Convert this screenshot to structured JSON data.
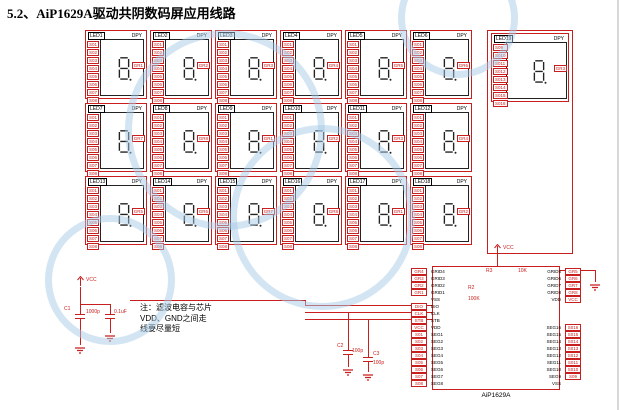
{
  "title": "5.2、AiP1629A驱动共阴数码屏应用线路",
  "colors": {
    "schematic_red": "#c81e1e",
    "watermark_blue": "#a8cbe8"
  },
  "display_modules": {
    "part_label": "DPY",
    "bank1_pins": [
      "S01",
      "S02",
      "S03",
      "S04",
      "S05",
      "S06",
      "S07",
      "S08"
    ],
    "bank2_pins": [
      "S09",
      "S010",
      "S011",
      "S012",
      "S013",
      "S014",
      "S015",
      "S016"
    ],
    "modules": [
      {
        "label": "LED1",
        "gr": "GR1",
        "row": 0,
        "col": 0
      },
      {
        "label": "LED2",
        "gr": "GR2",
        "row": 0,
        "col": 1
      },
      {
        "label": "LED3",
        "gr": "GR3",
        "row": 0,
        "col": 2
      },
      {
        "label": "LED4",
        "gr": "GR4",
        "row": 0,
        "col": 3
      },
      {
        "label": "LED5",
        "gr": "GR5",
        "row": 0,
        "col": 4
      },
      {
        "label": "LED6",
        "gr": "GR6",
        "row": 0,
        "col": 5
      },
      {
        "label": "LED7",
        "gr": "GR7",
        "row": 1,
        "col": 0
      },
      {
        "label": "LED8",
        "gr": "GR8",
        "row": 1,
        "col": 1
      },
      {
        "label": "LED9",
        "gr": "GR1",
        "row": 1,
        "col": 2
      },
      {
        "label": "LED10",
        "gr": "GR2",
        "row": 1,
        "col": 3
      },
      {
        "label": "LED11",
        "gr": "GR3",
        "row": 1,
        "col": 4
      },
      {
        "label": "LED12",
        "gr": "GR4",
        "row": 1,
        "col": 5
      },
      {
        "label": "LED13",
        "gr": "GR5",
        "row": 2,
        "col": 0
      },
      {
        "label": "LED14",
        "gr": "GR6",
        "row": 2,
        "col": 1
      },
      {
        "label": "LED15",
        "gr": "GR7",
        "row": 2,
        "col": 2
      },
      {
        "label": "LED16",
        "gr": "GR8",
        "row": 2,
        "col": 3
      },
      {
        "label": "LED17",
        "gr": "GR1",
        "row": 2,
        "col": 4
      },
      {
        "label": "LED18",
        "gr": "GR2",
        "row": 2,
        "col": 5
      }
    ],
    "bank2_module": {
      "label": "LED19",
      "gr": "GR3"
    }
  },
  "note": {
    "line1": "注：滤波电容与芯片",
    "line2": "VDD、GND之间走",
    "line3": "线要尽量短"
  },
  "left_circuit": {
    "vcc_label": "VCC",
    "cap1_ref": "C1",
    "cap1_value": "1000p",
    "cap2_value": "0.1uF"
  },
  "signals": {
    "dio": "DIO",
    "clk": "CLK",
    "stb": "STB",
    "vcc": "VCC"
  },
  "components": {
    "r3_ref": "R3",
    "r3_value": "10K",
    "r2_ref": "R2",
    "r2_value": "100K",
    "c2_ref": "C2",
    "c2_value": "100p",
    "c3_ref": "C3",
    "c3_value": "100p"
  },
  "chip": {
    "name": "AiP1629A",
    "rows": [
      {
        "lo": "GR4",
        "li": "GRID4",
        "ri": "GRID5",
        "ro": "GR5"
      },
      {
        "lo": "GR3",
        "li": "GRID3",
        "ri": "GRID6",
        "ro": "GR6"
      },
      {
        "lo": "GR2",
        "li": "GRID2",
        "ri": "GRID7",
        "ro": "GR7"
      },
      {
        "lo": "GR1",
        "li": "GRID1",
        "ri": "GRID8",
        "ro": "GR8"
      },
      {
        "lo": "",
        "li": "VSS",
        "ri": "VDD",
        "ro": "VCC"
      },
      {
        "lo": "DIO",
        "li": "DIO",
        "ri": "",
        "ro": ""
      },
      {
        "lo": "CLK",
        "li": "CLK",
        "ri": "",
        "ro": ""
      },
      {
        "lo": "STB",
        "li": "STB",
        "ri": "",
        "ro": ""
      },
      {
        "lo": "VCC",
        "li": "VDD",
        "ri": "SEG16",
        "ro": "S016"
      },
      {
        "lo": "S01",
        "li": "SEG1",
        "ri": "SEG15",
        "ro": "S015"
      },
      {
        "lo": "S02",
        "li": "SEG2",
        "ri": "SEG14",
        "ro": "S014"
      },
      {
        "lo": "S03",
        "li": "SEG3",
        "ri": "SEG13",
        "ro": "S013"
      },
      {
        "lo": "S04",
        "li": "SEG4",
        "ri": "SEG12",
        "ro": "S012"
      },
      {
        "lo": "S05",
        "li": "SEG5",
        "ri": "SEG11",
        "ro": "S011"
      },
      {
        "lo": "S06",
        "li": "SEG6",
        "ri": "SEG10",
        "ro": "S010"
      },
      {
        "lo": "S07",
        "li": "SEG7",
        "ri": "SEG9",
        "ro": "S09"
      },
      {
        "lo": "S08",
        "li": "SEG8",
        "ri": "VSS",
        "ro": ""
      }
    ]
  }
}
